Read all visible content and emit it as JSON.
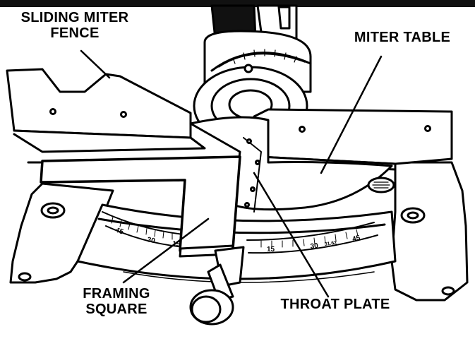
{
  "labels": {
    "sliding_miter_fence": [
      "SLIDING MITER",
      "FENCE"
    ],
    "miter_table": "MITER TABLE",
    "framing_square": [
      "FRAMING",
      "SQUARE"
    ],
    "throat_plate": "THROAT PLATE"
  },
  "scale": {
    "left_marks": [
      "45",
      "30",
      "15"
    ],
    "right_marks": [
      "15",
      "30",
      "45"
    ],
    "right_small": "31.62"
  },
  "colors": {
    "ink": "#000000",
    "paper": "#ffffff"
  }
}
